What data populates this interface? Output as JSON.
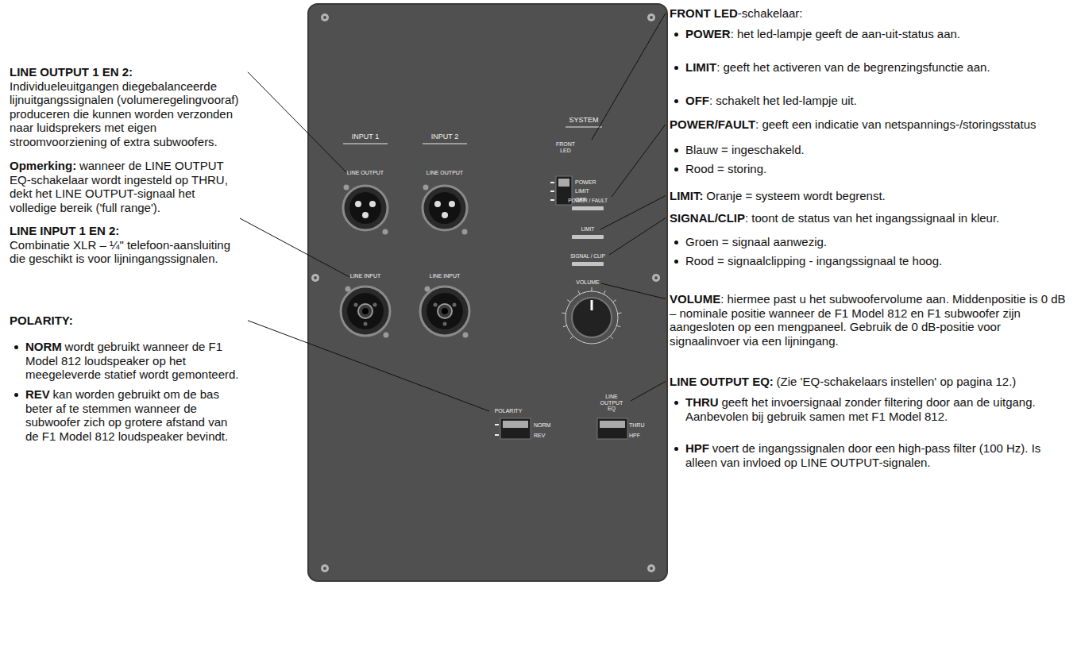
{
  "diagram": {
    "nodes": [
      {
        "text": [
          "SYSTEM",
          "FRONT LED",
          "POWER",
          "LIMIT",
          "OFF",
          "INPUT 1",
          "INPUT 2",
          "LINE OUTPUT",
          "LINE OUTPUT",
          "POWER / FAULT",
          "LIMIT",
          "SIGNAL / CLIP",
          "VOLUME",
          "LINE INPUT",
          "LINE INPUT",
          "POLARITY",
          "NORM",
          "REV",
          "LINE OUTPUT EQ",
          "THRU",
          "HPF"
        ]
      }
    ],
    "labels": [
      "LINE OUTPUT 1 EN 2:",
      "Individueleuitgangen diegebalanceerde lijnuitgangssignalen (volumeregelingvooraf) produceren die kunnen worden verzonden naar luidsprekers met eigen stroomvoorziening of extra subwoofers.",
      "Opmerking:",
      "wanneer de LINE OUTPUT EQ-schakelaar wordt ingesteld op THRU, dekt het LINE OUTPUT-signaal het volledige bereik ('full range').",
      "LINE INPUT 1 EN 2:",
      "Combinatie XLR – ¼\" telefoon-aansluiting die geschikt is voor lijningangssignalen.",
      "POLARITY:",
      "NORM",
      "wordt gebruikt wanneer de F1 Model 812 loudspeaker op het meegeleverde statief wordt gemonteerd.",
      "REV",
      "kan worden gebruikt om de bas beter af te stemmen wanneer de subwoofer zich op grotere afstand van de F1 Model 812 loudspeaker bevindt.",
      "FRONT LED",
      "-schakelaar:",
      "POWER",
      ": het led-lampje geeft de aan-uit-status aan.",
      "LIMIT",
      ": geeft het activeren van de begrenzingsfunctie aan.",
      "OFF",
      ": schakelt het led-lampje uit.",
      "POWER/FAULT",
      ": geeft een indicatie van netspannings-/storingsstatus",
      "Blauw = ingeschakeld.",
      "Rood = storing.",
      "LIMIT:",
      "Oranje = systeem wordt begrenst.",
      "SIGNAL/CLIP",
      ": toont de status van het ingangssignaal in kleur.",
      "Groen = signaal aanwezig.",
      "Rood = signaalclipping - ingangssignaal te hoog.",
      "VOLUME",
      ": hiermee past u het subwoofervolume aan. Middenpositie is 0 dB – nominale positie wanneer de F1 Model 812 en F1 subwoofer zijn aangesloten op een mengpaneel. Gebruik de 0 dB-positie voor signaalinvoer via een lijningang.",
      "LINE OUTPUT EQ:",
      "(Zie 'EQ-schakelaars instellen' op pagina 12.)",
      "THRU",
      "geeft het invoersignaal zonder filtering door aan de uitgang. Aanbevolen bij gebruik samen met F1 Model 812.",
      "HPF",
      "voert de ingangssignalen door een high-pass filter (100 Hz). Is alleen van invloed op LINE OUTPUT-signalen."
    ]
  }
}
